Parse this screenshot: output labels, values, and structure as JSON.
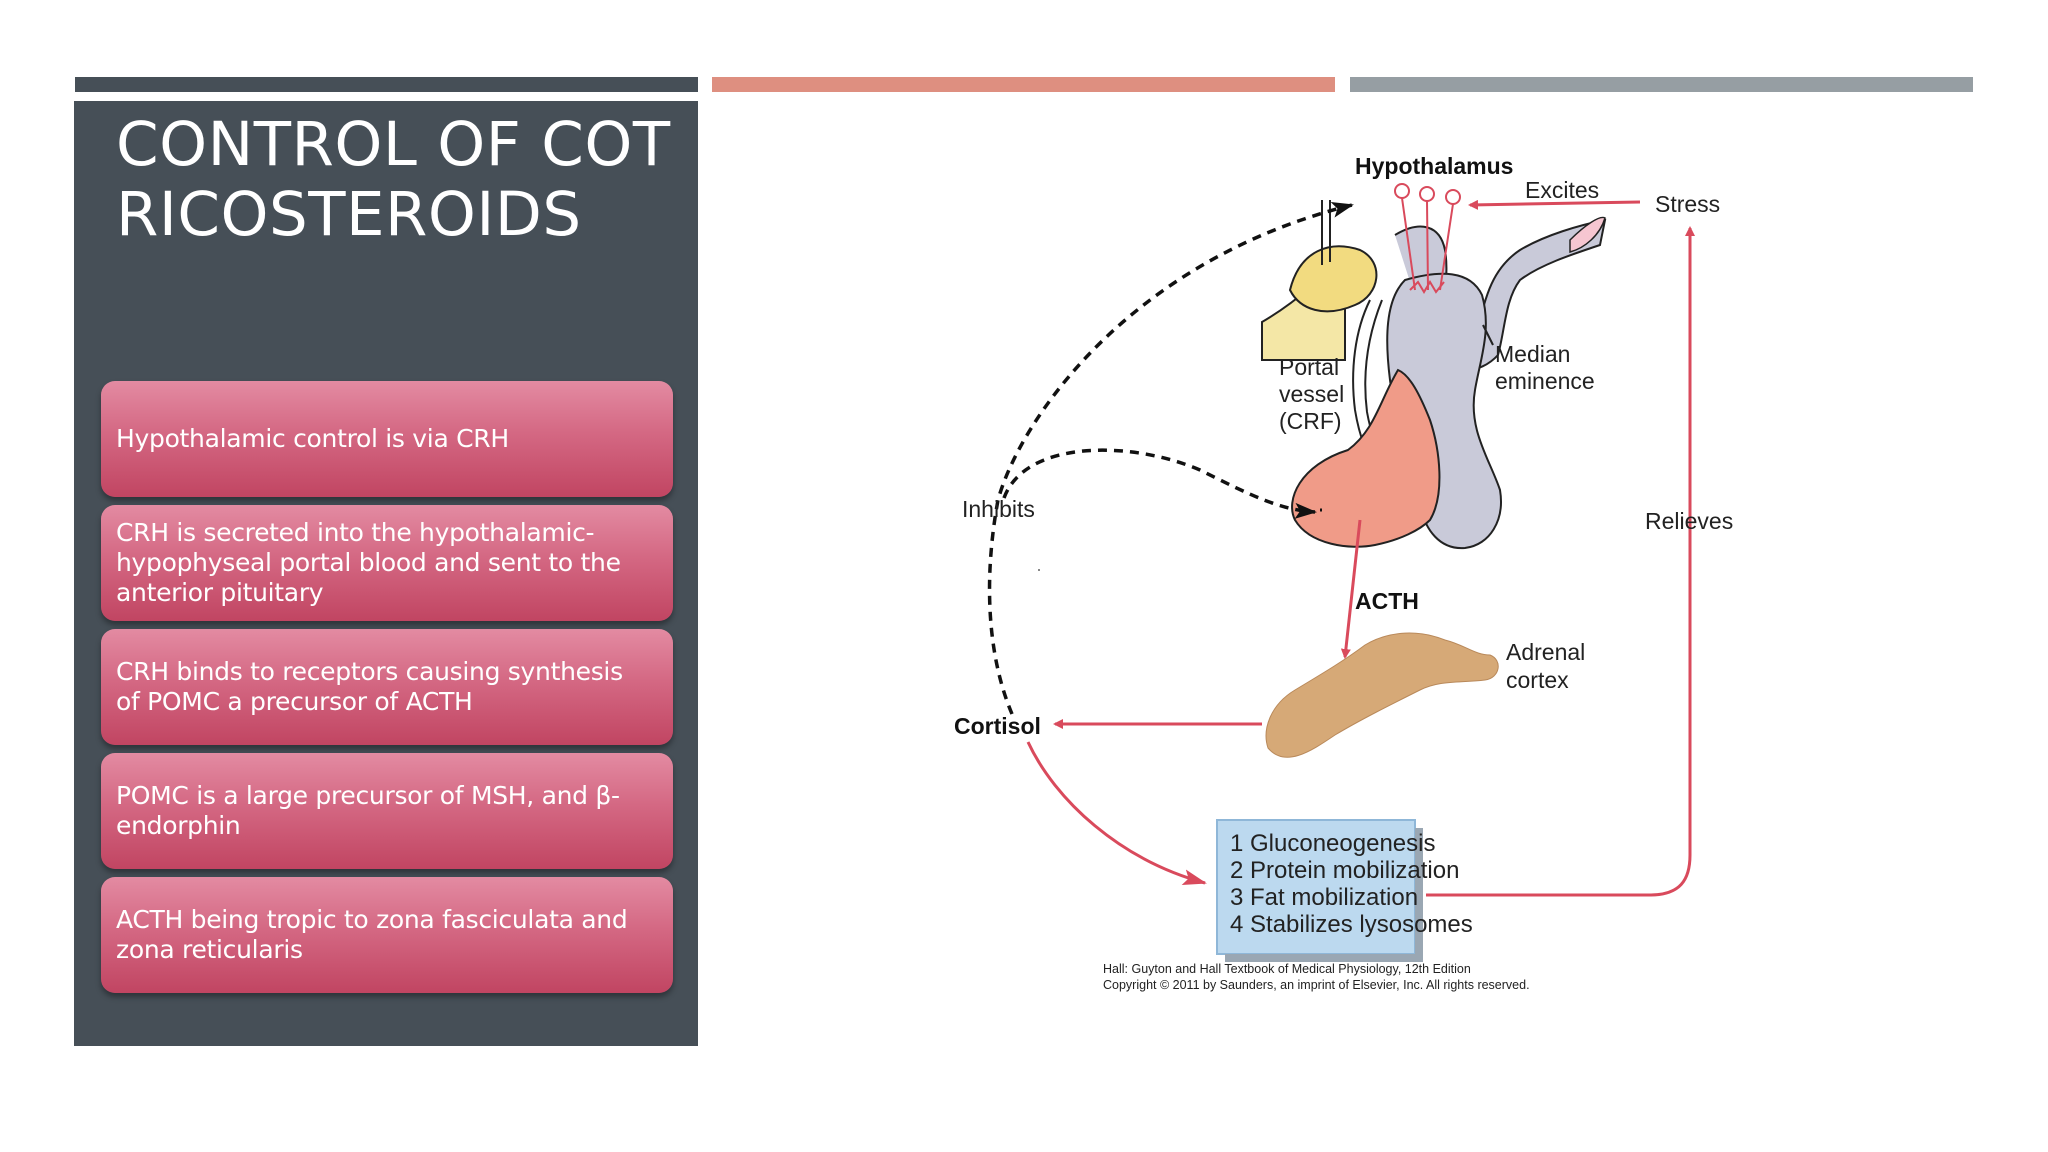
{
  "slide": {
    "title": "CONTROL OF COTRICOSTEROIDS",
    "bullets": [
      "Hypothalamic control is via CRH",
      "CRH is secreted into the hypothalamic-hypophyseal portal blood and sent to the anterior pituitary",
      "CRH binds to receptors causing synthesis of POMC a precursor of ACTH",
      "POMC is a large precursor of MSH, and β-endorphin",
      "ACTH being tropic to zona fasciculata and zona reticularis"
    ]
  },
  "diagram": {
    "hypothalamus": "Hypothalamus",
    "excites": "Excites",
    "stress": "Stress",
    "portal_1": "Portal",
    "portal_2": "vessel",
    "portal_3": "(CRF)",
    "median_1": "Median",
    "median_2": "eminence",
    "inhibits": "Inhibits",
    "relieves": "Relieves",
    "acth": "ACTH",
    "adrenal_1": "Adrenal",
    "adrenal_2": "cortex",
    "cortisol": "Cortisol",
    "effects": [
      "1 Gluconeogenesis",
      "2 Protein mobilization",
      "3 Fat mobilization",
      "4 Stabilizes lysosomes"
    ],
    "credit_1": "Hall: Guyton and Hall Textbook of Medical Physiology, 12th Edition",
    "credit_2": "Copyright © 2011 by Saunders, an imprint of Elsevier, Inc. All rights reserved."
  },
  "colors": {
    "sidebar": "#464f57",
    "accent_salmon": "#de8f80",
    "accent_gray": "#969ea3",
    "card": "#d46883",
    "arrow_red": "#d94a5c",
    "effects_box": "#bcd9ef",
    "adrenal": "#d6a977",
    "pituitary_anterior": "#f09b88"
  }
}
